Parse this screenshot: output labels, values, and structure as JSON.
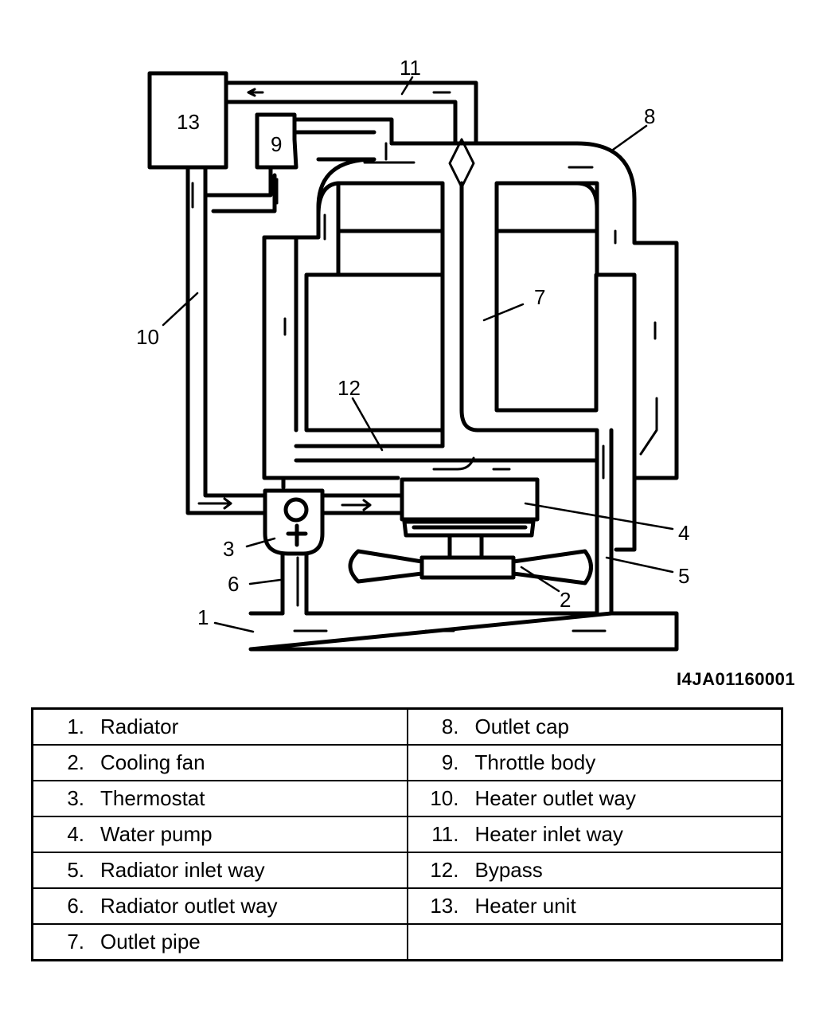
{
  "figure_id": "I4JA01160001",
  "callouts": [
    "1",
    "2",
    "3",
    "4",
    "5",
    "6",
    "7",
    "8",
    "9",
    "10",
    "11",
    "12",
    "13"
  ],
  "legend": [
    {
      "left": {
        "num": "1.",
        "name": "Radiator"
      },
      "right": {
        "num": "8.",
        "name": "Outlet cap"
      }
    },
    {
      "left": {
        "num": "2.",
        "name": "Cooling fan"
      },
      "right": {
        "num": "9.",
        "name": "Throttle body"
      }
    },
    {
      "left": {
        "num": "3.",
        "name": "Thermostat"
      },
      "right": {
        "num": "10.",
        "name": "Heater outlet way"
      }
    },
    {
      "left": {
        "num": "4.",
        "name": "Water pump"
      },
      "right": {
        "num": "11.",
        "name": "Heater inlet way"
      }
    },
    {
      "left": {
        "num": "5.",
        "name": "Radiator inlet way"
      },
      "right": {
        "num": "12.",
        "name": "Bypass"
      }
    },
    {
      "left": {
        "num": "6.",
        "name": "Radiator outlet way"
      },
      "right": {
        "num": "13.",
        "name": "Heater unit"
      }
    },
    {
      "left": {
        "num": "7.",
        "name": "Outlet pipe"
      },
      "right": {
        "num": "",
        "name": ""
      }
    }
  ]
}
